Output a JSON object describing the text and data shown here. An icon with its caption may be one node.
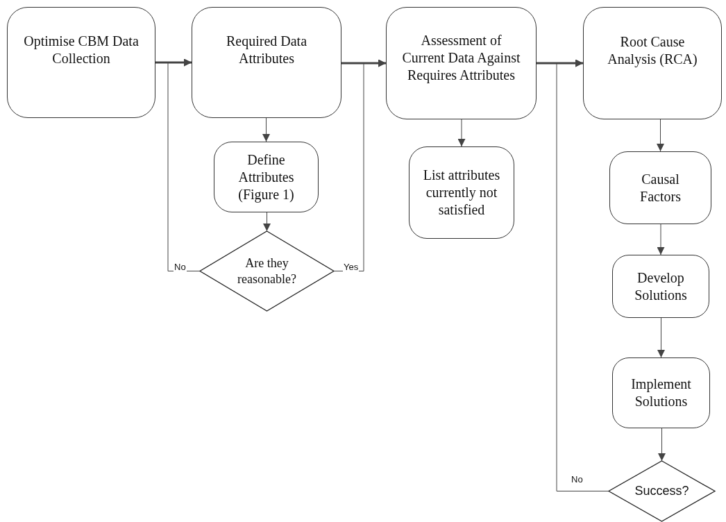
{
  "diagram": {
    "nodes": [
      {
        "text": [
          "Optimise CBM Data Collection"
        ]
      },
      {
        "text": [
          "Required Data Attributes"
        ]
      },
      {
        "text": [
          "Assessment of Current Data Against Requires Attributes"
        ]
      },
      {
        "text": [
          "Root Cause Analysis (RCA)"
        ]
      },
      {
        "text": [
          "Define Attributes (Figure 1)"
        ]
      },
      {
        "text": [
          "Are they reasonable?"
        ]
      },
      {
        "text": [
          "List attributes currently not satisfied"
        ]
      },
      {
        "text": [
          "Causal Factors"
        ]
      },
      {
        "text": [
          "Develop Solutions"
        ]
      },
      {
        "text": [
          "Implement Solutions"
        ]
      },
      {
        "text": [
          "Success?"
        ]
      }
    ],
    "edges": [
      {
        "from": 0,
        "to": 1,
        "arrow": "to",
        "style": "thick"
      },
      {
        "from": 1,
        "to": 2,
        "arrow": "to",
        "style": "thick"
      },
      {
        "from": 2,
        "to": 3,
        "arrow": "to",
        "style": "thick"
      },
      {
        "from": 1,
        "to": 4,
        "arrow": "to"
      },
      {
        "from": 4,
        "to": 5,
        "arrow": "to"
      },
      {
        "from": 5,
        "to": 1,
        "arrow": "to",
        "label": "No"
      },
      {
        "from": 5,
        "to": 2,
        "arrow": "to",
        "label": "Yes"
      },
      {
        "from": 2,
        "to": 6,
        "arrow": "to"
      },
      {
        "from": 3,
        "to": 7,
        "arrow": "to"
      },
      {
        "from": 7,
        "to": 8,
        "arrow": "to"
      },
      {
        "from": 8,
        "to": 9,
        "arrow": "to"
      },
      {
        "from": 9,
        "to": 10,
        "arrow": "to"
      },
      {
        "from": 10,
        "to": 3,
        "arrow": "to",
        "label": "No"
      }
    ]
  }
}
